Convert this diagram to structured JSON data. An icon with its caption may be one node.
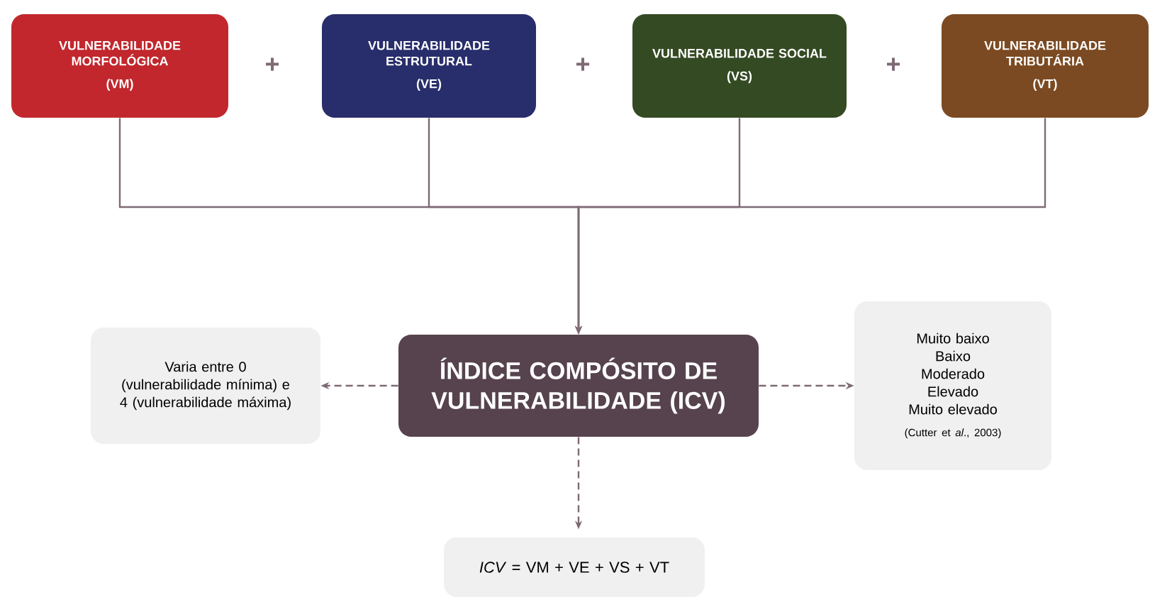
{
  "diagram": {
    "nodes": [
      {
        "text": [
          "VULNERABILIDADE MORFOLÓGICA",
          "(VM)"
        ]
      },
      {
        "text": [
          "VULNERABILIDADE ESTRUTURAL",
          "(VE)"
        ]
      },
      {
        "text": [
          "VULNERABILIDADE SOCIAL",
          "(VS)"
        ]
      },
      {
        "text": [
          "VULNERABILIDADE TRIBUTÁRIA",
          "(VT)"
        ]
      },
      {
        "text": [
          "ÍNDICE COMPÓSITO DE VULNERABILIDADE (ICV)"
        ]
      },
      {
        "text": [
          "Varia entre 0 (vulnerabilidade mínima) e 4 (vulnerabilidade máxima)"
        ]
      },
      {
        "text": [
          "Muito baixo",
          "Baixo",
          "Moderado",
          "Elevado",
          "Muito elevado",
          "(Cutter et *al*., 2003)"
        ]
      },
      {
        "text": [
          "*ICV* = VM + VE + VS + VT"
        ]
      }
    ],
    "edges": [
      {
        "from": 0,
        "to": 4,
        "arrow": "to"
      },
      {
        "from": 1,
        "to": 4,
        "arrow": "to"
      },
      {
        "from": 2,
        "to": 4,
        "arrow": "to"
      },
      {
        "from": 3,
        "to": 4,
        "arrow": "to"
      },
      {
        "from": 4,
        "to": 5,
        "arrow": "to",
        "style": "dashed"
      },
      {
        "from": 4,
        "to": 6,
        "arrow": "to",
        "style": "dashed"
      },
      {
        "from": 4,
        "to": 7,
        "arrow": "to",
        "style": "dashed"
      }
    ],
    "labels": [
      "+",
      "+",
      "+"
    ]
  }
}
